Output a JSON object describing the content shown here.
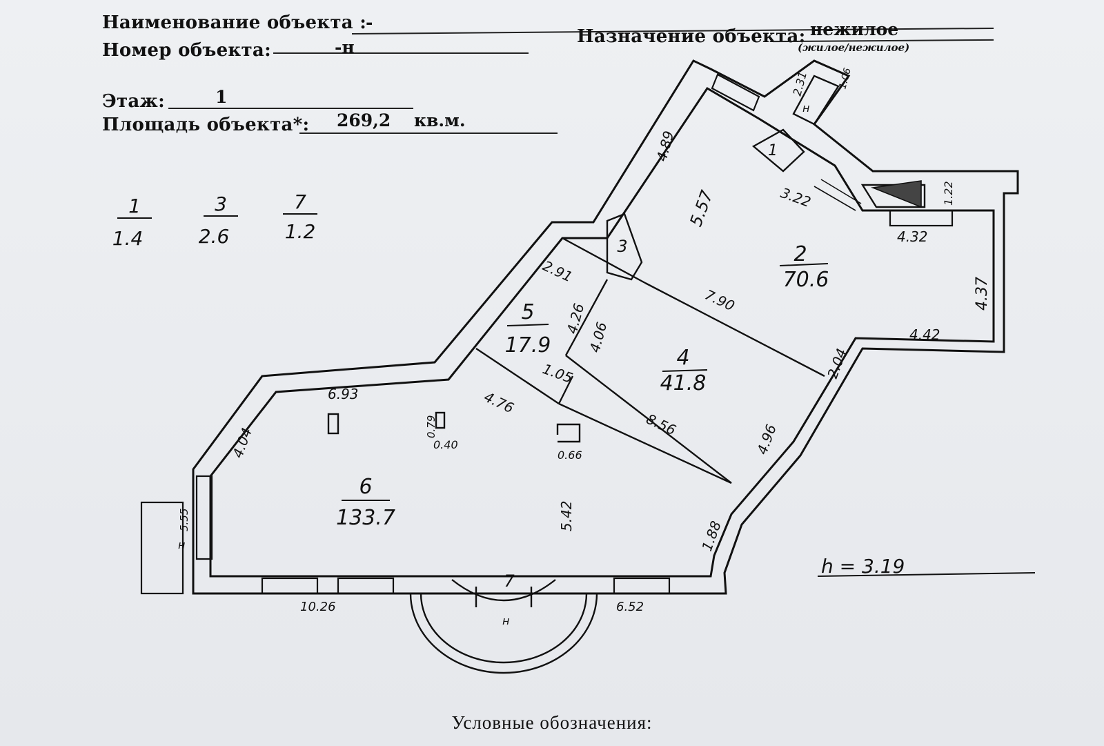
{
  "header": {
    "name_label": "Наименование объекта :",
    "name_value": "-",
    "number_label": "Номер  объекта:",
    "number_value": "-н",
    "purpose_label": "Назначение объекта:",
    "purpose_value": "нежилое",
    "purpose_hint": "(жилое/нежилое)",
    "floor_label": "Этаж:",
    "floor_value": "1",
    "area_label": "Площадь объекта*:",
    "area_value": "269,2",
    "area_unit": "кв.м."
  },
  "small_rooms": [
    {
      "num": "1",
      "area": "1.4"
    },
    {
      "num": "3",
      "area": "2.6"
    },
    {
      "num": "7",
      "area": "1.2"
    }
  ],
  "rooms": [
    {
      "num": "2",
      "area": "70.6"
    },
    {
      "num": "4",
      "area": "41.8"
    },
    {
      "num": "5",
      "area": "17.9"
    },
    {
      "num": "6",
      "area": "133.7"
    },
    {
      "num": "3",
      "area": ""
    },
    {
      "num": "1",
      "area": ""
    },
    {
      "num": "7",
      "area": ""
    }
  ],
  "dimensions": [
    "4.89",
    "5.57",
    "3.22",
    "4.32",
    "1.22",
    "2.31",
    "1.06",
    "4.37",
    "4.42",
    "2.04",
    "7.90",
    "2.91",
    "4.26",
    "4.06",
    "1.05",
    "4.76",
    "8.56",
    "4.96",
    "6.93",
    "4.04",
    "0.79",
    "0.40",
    "0.66",
    "5.42",
    "1.88",
    "5.55",
    "10.26",
    "6.52"
  ],
  "markers": {
    "n": "н"
  },
  "ceiling_height": "h = 3.19",
  "legend_title": "Условные  обозначения:"
}
